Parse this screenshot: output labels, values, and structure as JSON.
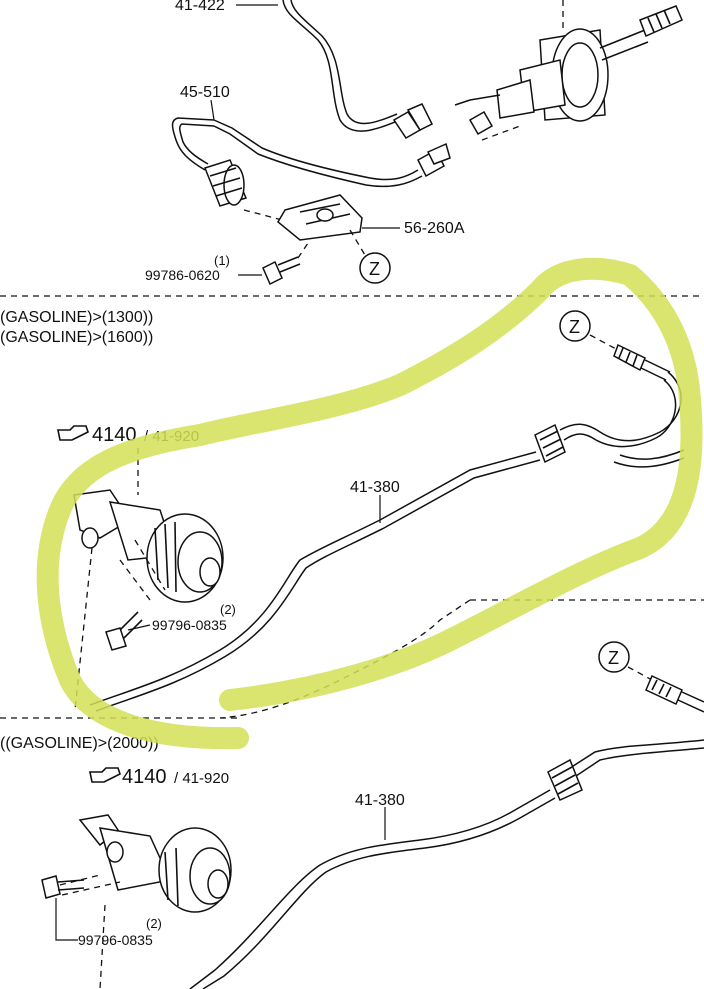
{
  "diagram": {
    "labels": {
      "p41_422": "41-422",
      "p45_510": "45-510",
      "p56_260a": "56-260A",
      "bolt_top_qty": "(1)",
      "bolt_top_num": "99786-0620",
      "z": "Z",
      "variant_1300": "(GASOLINE)>(1300))",
      "variant_1600": "(GASOLINE)>(1600))",
      "variant_2000": "((GASOLINE)>(2000))",
      "ref_a_main": "4140",
      "ref_a_sub": "/ 41-920",
      "ref_b_main": "4140",
      "ref_b_sub": "/ 41-920",
      "pipe_mid": "41-380",
      "pipe_bot": "41-380",
      "bolt_mid_qty": "(2)",
      "bolt_mid_num": "99796-0835",
      "bolt_bot_qty": "(2)",
      "bolt_bot_num": "99796-0835"
    },
    "icons": [
      "hand-pointer-icon"
    ],
    "highlight_color": "#d4e157"
  }
}
